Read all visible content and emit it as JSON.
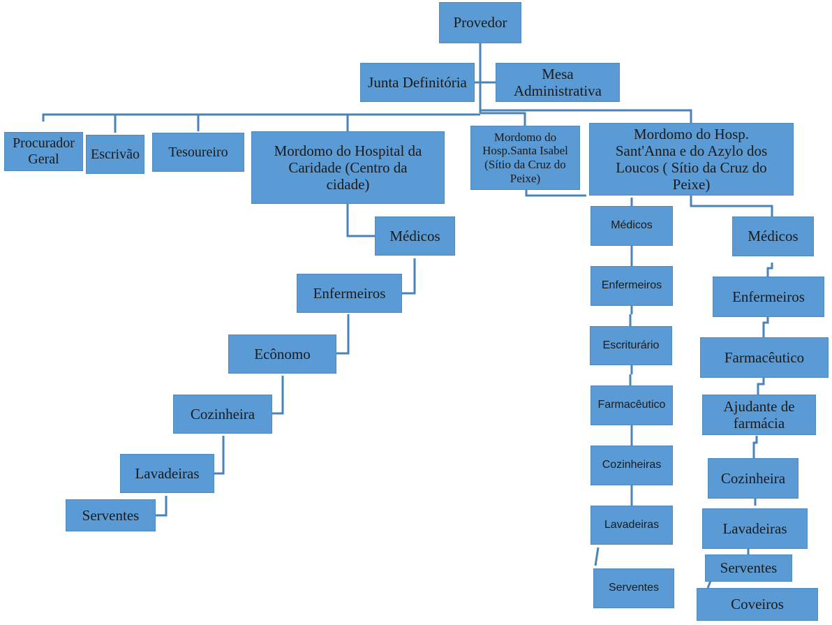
{
  "org_chart": {
    "top": {
      "provedor": "Provedor",
      "junta": "Junta Definitória",
      "mesa": "Mesa Administrativa"
    },
    "level2": {
      "procurador": "Procurador Geral",
      "escrivao": "Escrivão",
      "tesoureiro": "Tesoureiro",
      "mordomo_caridade": "Mordomo do Hospital da Caridade (Centro da cidade)",
      "mordomo_santa_isabel": "Mordomo do Hosp.Santa Isabel (Sítio da Cruz do Peixe)",
      "mordomo_santanna": "Mordomo do Hosp. Sant'Anna e do Azylo dos Loucos ( Sítio da Cruz do Peixe)"
    },
    "caridade_staff": [
      "Médicos",
      "Enfermeiros",
      "Ecônomo",
      "Cozinheira",
      "Lavadeiras",
      "Serventes"
    ],
    "santa_isabel_staff": [
      "Médicos",
      "Enfermeiros",
      "Escriturário",
      "Farmacêutico",
      "Cozinheiras",
      "Lavadeiras",
      "Serventes"
    ],
    "santanna_staff": [
      "Médicos",
      "Enfermeiros",
      "Farmacêutico",
      "Ajudante de farmácia",
      "Cozinheira",
      "Lavadeiras",
      "Serventes",
      "Coveiros"
    ]
  }
}
